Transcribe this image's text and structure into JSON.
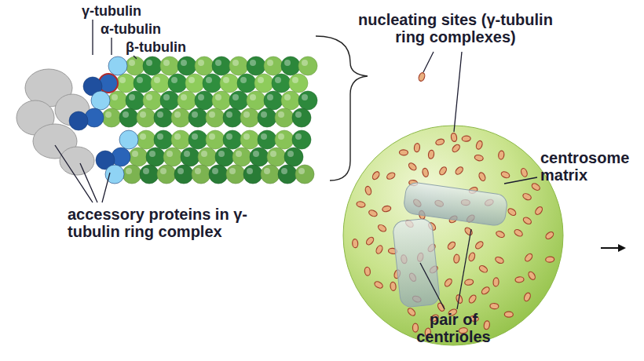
{
  "diagram": {
    "labels": [
      "γ-tubulin",
      "α-tubulin",
      "β-tubulin",
      "accessory proteins in γ-tubulin ring complex",
      "nucleating sites (γ-tubulin ring complexes)",
      "centrosome matrix",
      "pair of centrioles"
    ]
  }
}
